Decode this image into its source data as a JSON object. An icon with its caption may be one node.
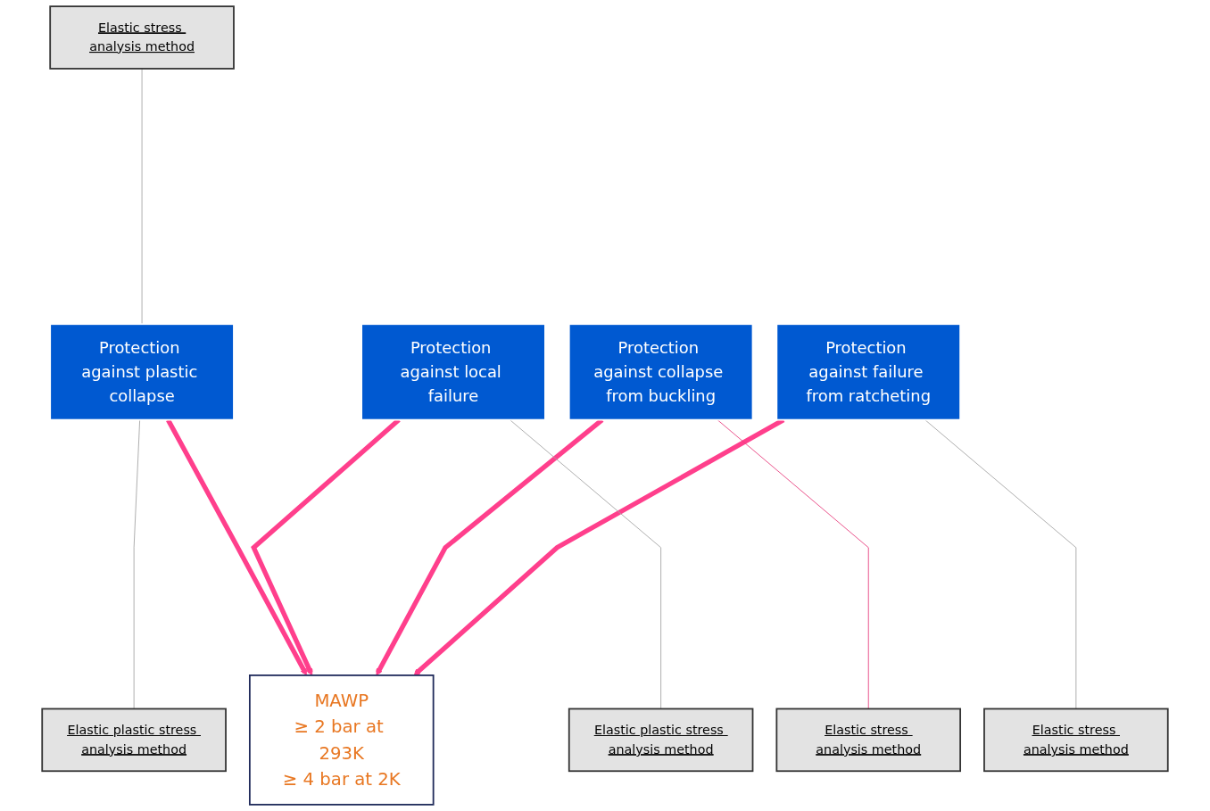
{
  "diagram": {
    "nodes": [
      {
        "text": [
          "Elastic stress analysis method"
        ]
      },
      {
        "text": [
          "Protection against plastic collapse"
        ]
      },
      {
        "text": [
          "Elastic plastic stress analysis method"
        ]
      },
      {
        "text": [
          "Protection against local failure"
        ]
      },
      {
        "text": [
          "MAWP",
          "≥ 2 bar at 293K",
          "≥ 4 bar at 2K"
        ]
      },
      {
        "text": [
          "Protection against collapse from buckling"
        ]
      },
      {
        "text": [
          "Elastic plastic stress analysis method"
        ]
      },
      {
        "text": [
          "Elastic stress analysis method"
        ]
      },
      {
        "text": [
          "Protection against failure from ratcheting"
        ]
      },
      {
        "text": [
          "Elastic stress analysis method"
        ]
      }
    ],
    "edges": [
      {
        "from": 0,
        "to": 1,
        "arrow": "none"
      },
      {
        "from": 1,
        "to": 2,
        "arrow": "none"
      },
      {
        "from": 1,
        "to": 4,
        "arrow": "to",
        "style": "thick",
        "color": "#ff3f8c"
      },
      {
        "from": 3,
        "to": 4,
        "arrow": "to",
        "style": "thick",
        "color": "#ff3f8c"
      },
      {
        "from": 5,
        "to": 4,
        "arrow": "to",
        "style": "thick",
        "color": "#ff3f8c"
      },
      {
        "from": 8,
        "to": 4,
        "arrow": "to",
        "style": "thick",
        "color": "#ff3f8c"
      },
      {
        "from": 3,
        "to": 6,
        "arrow": "none"
      },
      {
        "from": 5,
        "to": 7,
        "arrow": "none",
        "color": "#e8417f"
      },
      {
        "from": 8,
        "to": 9,
        "arrow": "none"
      }
    ]
  }
}
